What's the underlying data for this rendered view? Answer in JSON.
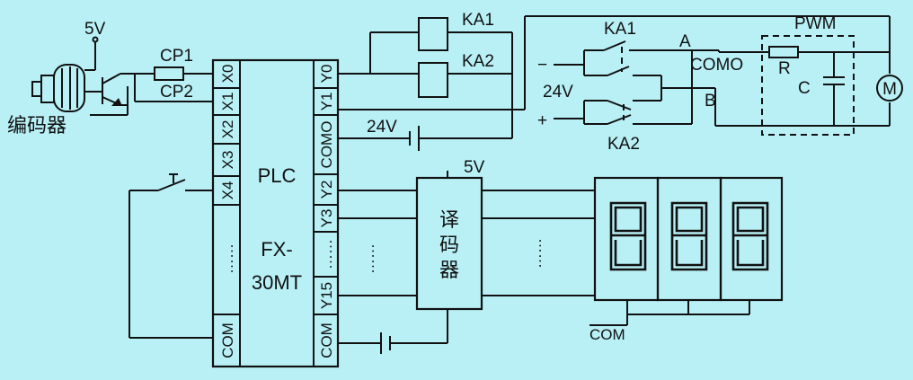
{
  "labels": {
    "five_v_encoder": "5V",
    "encoder": "编码器",
    "cp1": "CP1",
    "cp2": "CP2",
    "plc": "PLC",
    "model_line1": "FX-",
    "model_line2": "30MT",
    "ka1_coil": "KA1",
    "ka2_coil": "KA2",
    "ka1_contact": "KA1",
    "ka2_contact": "KA2",
    "twenty_four_v_plc": "24V",
    "twenty_four_v_motor": "24V",
    "minus": "−",
    "plus": "+",
    "point_a": "A",
    "point_b": "B",
    "como_motor": "COMO",
    "pwm": "PWM",
    "resistor": "R",
    "capacitor": "C",
    "motor": "M",
    "five_v_decoder": "5V",
    "decoder_line1": "译",
    "decoder_line2": "码",
    "decoder_line3": "器",
    "com_display": "COM"
  },
  "plc_inputs": [
    "X0",
    "X1",
    "X2",
    "X3",
    "X4",
    "COM"
  ],
  "plc_outputs": [
    "Y0",
    "Y1",
    "COMO",
    "Y2",
    "Y3",
    "Y15",
    "COM"
  ],
  "ellipsis": "……",
  "display_digits": [
    "8",
    "8",
    "8"
  ]
}
